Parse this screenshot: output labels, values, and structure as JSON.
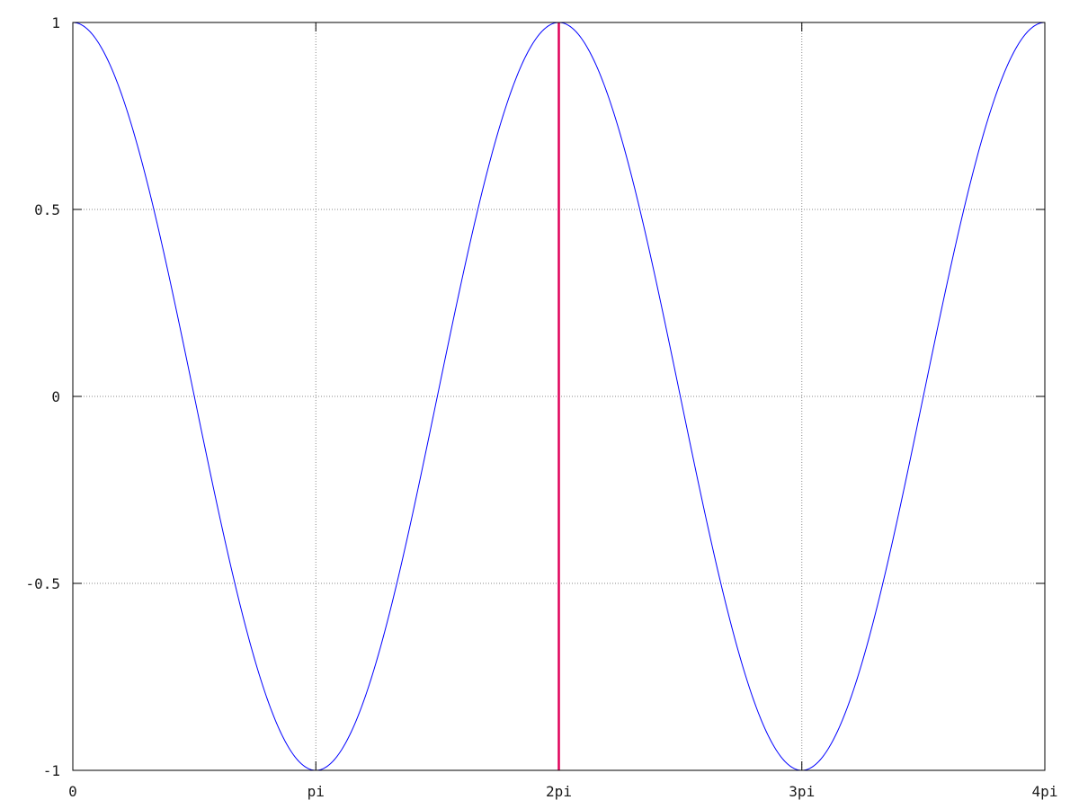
{
  "chart_data": {
    "type": "line",
    "title": "",
    "xlabel": "",
    "ylabel": "",
    "xlim": [
      0,
      12.566370614359172
    ],
    "ylim": [
      -1,
      1
    ],
    "grid": true,
    "legend": "none",
    "x_ticks": [
      {
        "value": 0,
        "label": "0"
      },
      {
        "value": 3.141592653589793,
        "label": "pi"
      },
      {
        "value": 6.283185307179586,
        "label": "2pi"
      },
      {
        "value": 9.42477796076938,
        "label": "3pi"
      },
      {
        "value": 12.566370614359172,
        "label": "4pi"
      }
    ],
    "y_ticks": [
      {
        "value": 1,
        "label": "1"
      },
      {
        "value": 0.5,
        "label": "0.5"
      },
      {
        "value": 0,
        "label": "0"
      },
      {
        "value": -0.5,
        "label": "-0.5"
      },
      {
        "value": -1,
        "label": "-1"
      }
    ],
    "series": [
      {
        "function": "cos(x)",
        "color": "#0000ff",
        "x_range": [
          0,
          12.566370614359172
        ]
      }
    ],
    "markers": [
      {
        "kind": "vertical-line",
        "x": 6.283185307179586,
        "y_range": [
          -1,
          1
        ],
        "color": "#e0005a"
      }
    ]
  }
}
